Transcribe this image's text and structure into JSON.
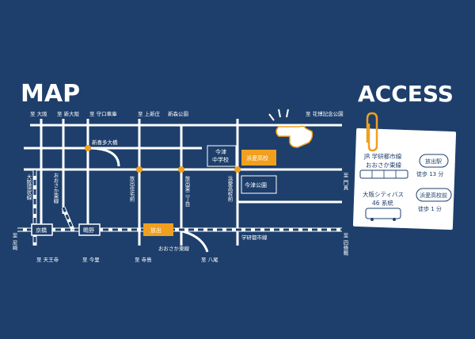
{
  "colors": {
    "background": "#1e3f6b",
    "road": "#ffffff",
    "highlight": "#f0a01e",
    "card": "#ffffff"
  },
  "headings": {
    "map": "MAP",
    "access": "ACCESS"
  },
  "map": {
    "top_labels": {
      "osaka": "至 大阪",
      "shin_osaka": "至 新大阪",
      "moriguchi": "至 守口車庫",
      "kamishinjo": "至 上新庄",
      "shinmori_park": "新森公園",
      "hanahaku": "至 花博記念公園"
    },
    "right_labels": {
      "kadoma": "至 門真",
      "shijonawate": "至 四條畷"
    },
    "left_labels": {
      "amagasaki": "至 尼崎"
    },
    "bottom_labels": {
      "tennoji": "至 天王寺",
      "imasato": "至 今里",
      "teranoshima": "至 寺島",
      "yao": "至 八尾"
    },
    "road_labels": {
      "shin_kita_bridge": "新喜多大橋",
      "osaka_loop": "大阪環状線",
      "osaka_higashi_1": "おおさか東線",
      "osaka_higashi_2": "おおさか東線",
      "gakken": "学研都市線",
      "hanaten_street": "放出住宅前",
      "hanaten_2chome": "放出東二丁目",
      "kyoai_school": "浜愛高校前"
    },
    "stations": {
      "kyobashi": "京橋",
      "shigino": "鴫野",
      "hanaten": "放出"
    },
    "buildings": {
      "imazu_middle_school": "今津\n中学校",
      "kyoai_high_school": "浜愛高校",
      "imazu_park": "今津公園"
    },
    "pointer_icon": "hand-pointer-icon"
  },
  "access": {
    "jr_line_1": "JR 学研都市線",
    "jr_line_2": "おおさか東線",
    "jr_station_badge": "放出駅",
    "jr_walk": "徒歩 13 分",
    "bus_line_1": "大阪シティバス",
    "bus_line_2": "46 系統",
    "bus_stop_badge": "浜愛高校前",
    "bus_walk": "徒歩 1 分",
    "train_icon": "train-icon",
    "bus_icon": "bus-icon",
    "clip_icon": "paperclip-icon"
  }
}
